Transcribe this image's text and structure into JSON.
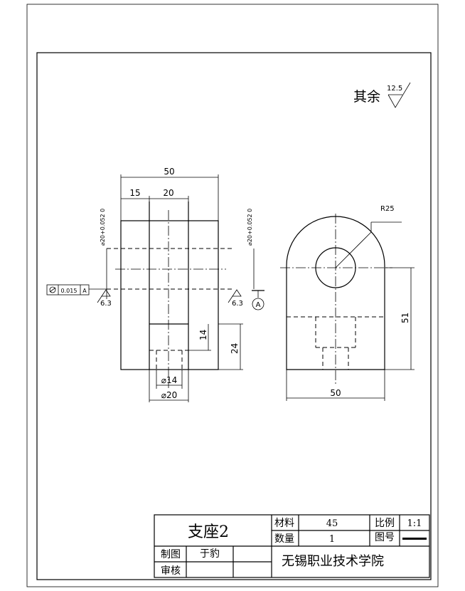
{
  "surface_note": {
    "text": "其余",
    "value": "12.5"
  },
  "front_view": {
    "dim_total_width": "50",
    "dim_left": "15",
    "dim_slot": "20",
    "dim_dia_left": "⌀20+0.052 0",
    "dim_dia_right": "⌀20+0.052 0",
    "dim_depth_small": "14",
    "dim_depth_large": "24",
    "dim_bore_small": "⌀14",
    "dim_bore_large": "⌀20",
    "roughness_left": "6.3",
    "roughness_right": "6.3",
    "tolerance_value": "0.015",
    "tolerance_datum": "A",
    "datum_label": "A"
  },
  "side_view": {
    "radius": "R25",
    "height": "51",
    "width": "50"
  },
  "title_block": {
    "part_name": "支座2",
    "material_label": "材料",
    "material_value": "45",
    "scale_label": "比例",
    "scale_value": "1:1",
    "quantity_label": "数量",
    "quantity_value": "1",
    "drawing_no_label": "图号",
    "drawing_no_value": "",
    "drawn_by_label": "制图",
    "drawn_by_value": "于豹",
    "checked_by_label": "审核",
    "school": "无锡职业技术学院"
  }
}
